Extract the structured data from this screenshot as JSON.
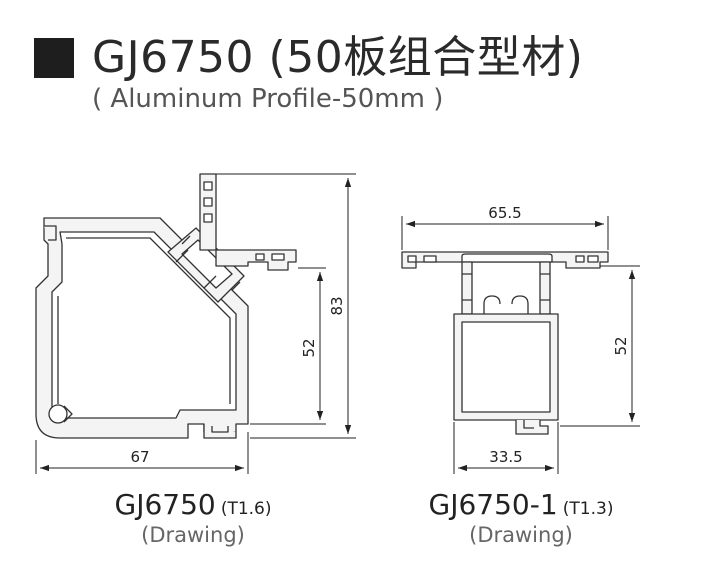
{
  "title": "GJ6750 (50板组合型材)",
  "subtitle": "( Aluminum Profile-50mm )",
  "profiles": [
    {
      "name": "GJ6750",
      "thickness": "(T1.6)",
      "note": "(Drawing)",
      "dimensions": {
        "width": "67",
        "height_total": "83",
        "height_inner": "52"
      }
    },
    {
      "name": "GJ6750-1",
      "thickness": "(T1.3)",
      "note": "(Drawing)",
      "dimensions": {
        "width_top": "65.5",
        "width_bottom": "33.5",
        "height": "52"
      }
    }
  ],
  "colors": {
    "outline": "#333333",
    "profile_fill": "#f4f4f4",
    "dimension": "#222222"
  }
}
